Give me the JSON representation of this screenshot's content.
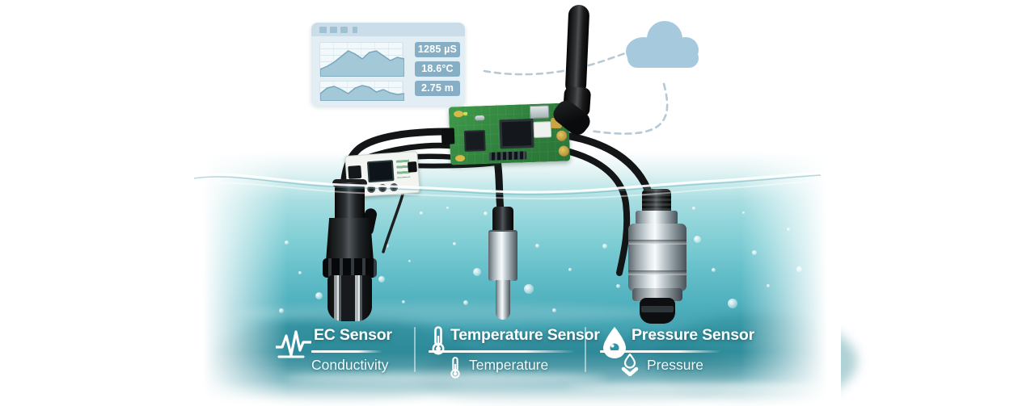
{
  "dashboard": {
    "name": "telemetry dashboard",
    "window_buttons": 4,
    "readings": [
      {
        "metric": "conductivity",
        "value": "1285 µS"
      },
      {
        "metric": "temperature",
        "value": "18.6°C"
      },
      {
        "metric": "depth",
        "value": "2.75 m"
      }
    ],
    "sparklines": [
      {
        "points": [
          33,
          29,
          24,
          17,
          10,
          14,
          20,
          12,
          10,
          16,
          22,
          18,
          20
        ],
        "height": 42
      },
      {
        "points": [
          15,
          8,
          6,
          10,
          15,
          8,
          5,
          7,
          13,
          10,
          14,
          16,
          15
        ],
        "height": 24
      }
    ]
  },
  "sensor_labels": [
    {
      "id": "ec",
      "icon": "waveform-icon",
      "title": "EC Sensor",
      "subtitle": "Conductivity"
    },
    {
      "id": "temperature",
      "icon": "thermometer-icon",
      "title": "Temperature Sensor",
      "subtitle": "Temperature"
    },
    {
      "id": "pressure",
      "icon": "water-drop-icon",
      "title": "Pressure Sensor",
      "subtitle": "Pressure"
    }
  ],
  "colors": {
    "water_deep": "#3993a4",
    "water_mid": "#63bec9",
    "water_light": "#c3e8ea",
    "badge_blue": "#86afc5",
    "panel_blue": "#e2edf4",
    "pcb_green": "#34873f",
    "cloud_blue": "#a7c9dd",
    "cable_black": "#141516",
    "label_text": "#ffffff"
  }
}
